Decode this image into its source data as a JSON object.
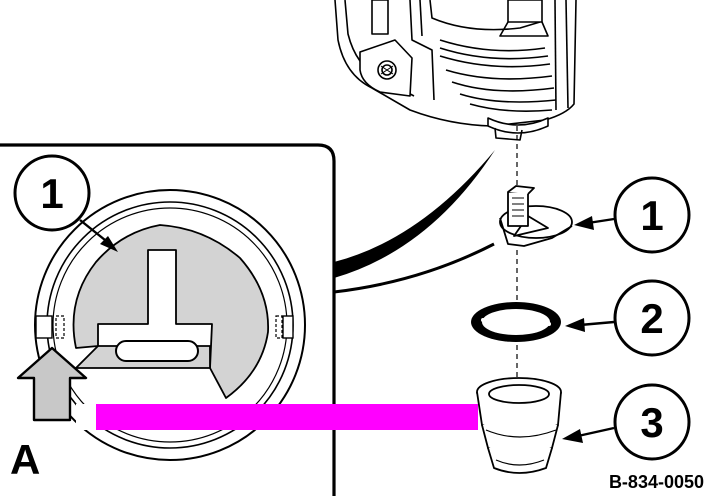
{
  "detail_view": {
    "label": "A",
    "callout": "1"
  },
  "callouts": [
    {
      "number": "1"
    },
    {
      "number": "2"
    },
    {
      "number": "3"
    }
  ],
  "figure_code": "B-834-0050",
  "colors": {
    "ink": "#000000",
    "part_fill": "#d3d3d3",
    "arrow_fill": "#c8c8c8",
    "artifact": "#ff00ff"
  }
}
